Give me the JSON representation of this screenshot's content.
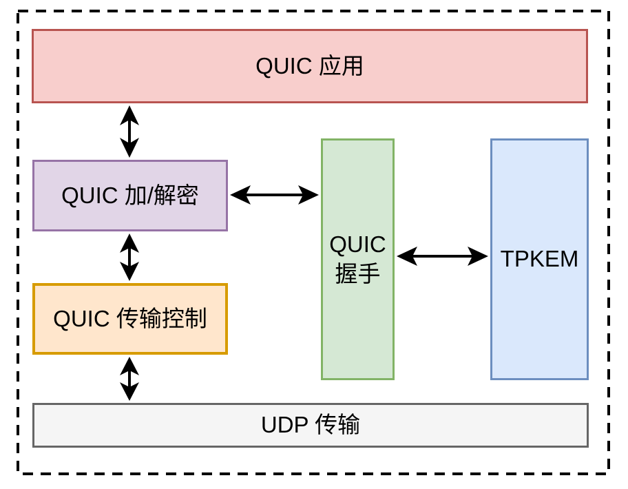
{
  "diagram": {
    "title": "QUIC architecture layer diagram",
    "background_color": "#FFFFFF",
    "boundary_color": "#000000",
    "arrow_color": "#000000",
    "text_color": "#000000",
    "boxes": {
      "app": {
        "label": "QUIC 应用",
        "fill": "#F8CECC",
        "stroke": "#B85450"
      },
      "crypto": {
        "label": "QUIC 加/解密",
        "fill": "#E1D5E7",
        "stroke": "#9673A6"
      },
      "transport": {
        "label": "QUIC 传输控制",
        "fill": "#FFE6CC",
        "stroke": "#D79B00"
      },
      "handshake": {
        "label": "QUIC 握手",
        "fill": "#D5E8D4",
        "stroke": "#82B366"
      },
      "tpkem": {
        "label": "TPKEM",
        "fill": "#DAE8FC",
        "stroke": "#6C8EBF"
      },
      "udp": {
        "label": "UDP 传输",
        "fill": "#F5F5F5",
        "stroke": "#666666"
      }
    },
    "connections": [
      {
        "from": "app",
        "to": "crypto",
        "bidirectional": true
      },
      {
        "from": "crypto",
        "to": "transport",
        "bidirectional": true
      },
      {
        "from": "transport",
        "to": "udp",
        "bidirectional": true
      },
      {
        "from": "crypto",
        "to": "handshake",
        "bidirectional": true
      },
      {
        "from": "handshake",
        "to": "tpkem",
        "bidirectional": true
      }
    ]
  }
}
